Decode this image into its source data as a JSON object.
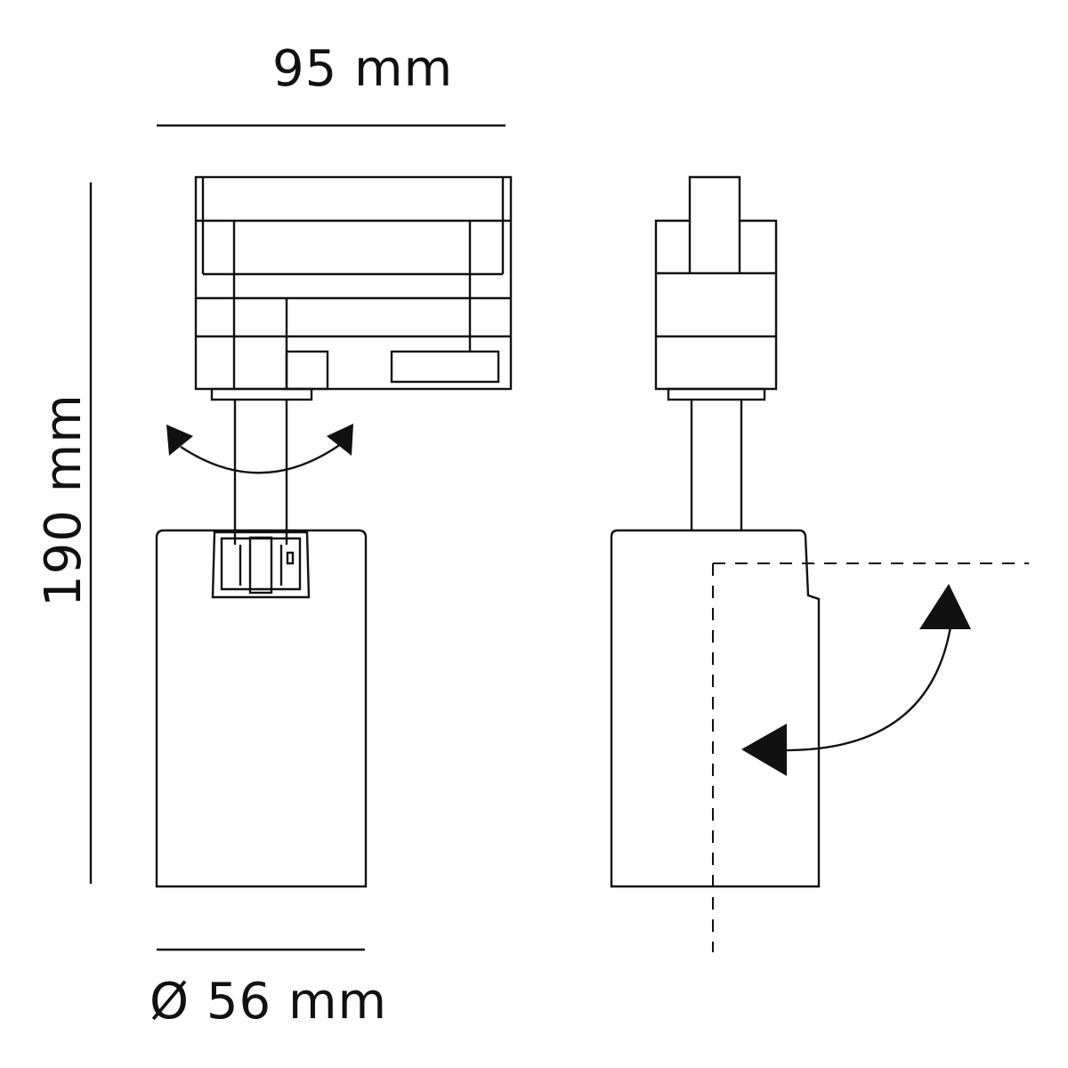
{
  "dimensions": {
    "width_label": "95 mm",
    "height_label": "190 mm",
    "diameter_label": "Ø 56 mm"
  },
  "colors": {
    "line": "#111111",
    "background": "#ffffff"
  }
}
